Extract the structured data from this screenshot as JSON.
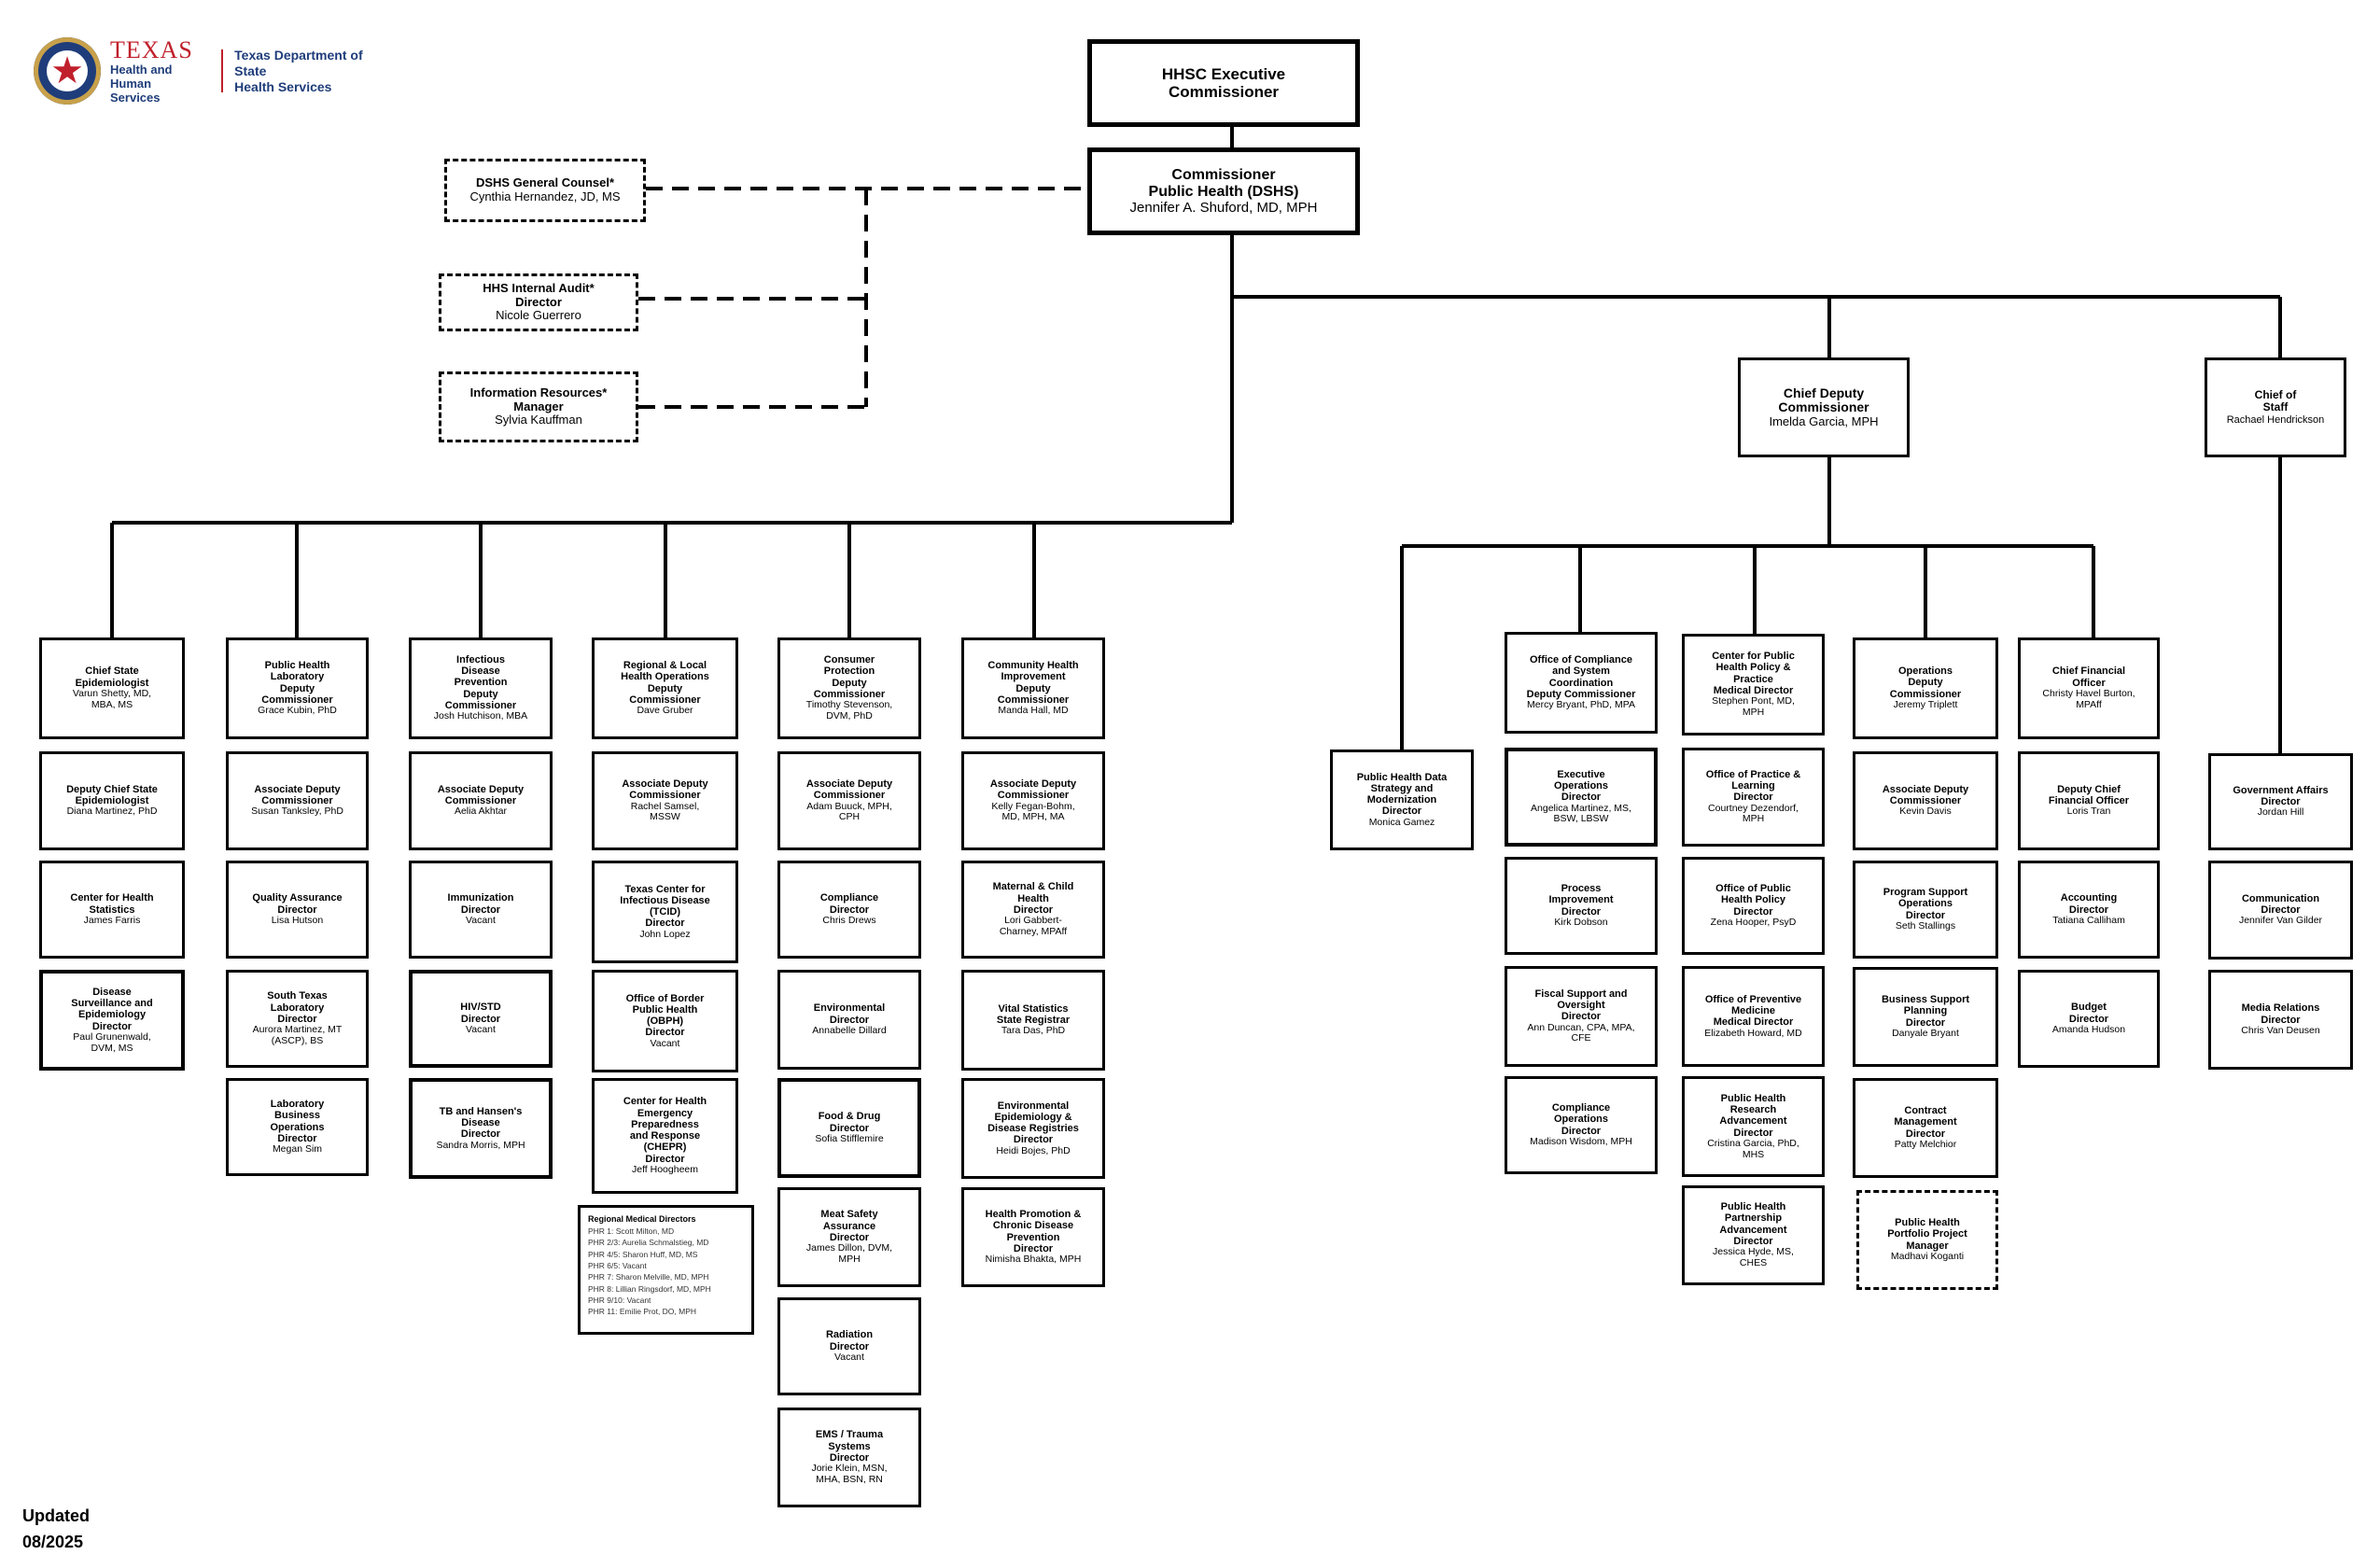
{
  "logo": {
    "texas": "TEXAS",
    "hhs_line1": "Health and Human",
    "hhs_line2": "Services",
    "dshs_line1": "Texas Department of State",
    "dshs_line2": "Health Services"
  },
  "updated": {
    "label": "Updated",
    "date": "08/2025"
  },
  "boxes": {
    "exec": {
      "title": [
        "HHSC Executive",
        "Commissioner"
      ],
      "names": []
    },
    "comm": {
      "title": [
        "Commissioner",
        "Public Health (DSHS)"
      ],
      "names": [
        "Jennifer A. Shuford, MD, MPH"
      ]
    },
    "gc": {
      "title": [
        "DSHS General Counsel*"
      ],
      "names": [
        "Cynthia Hernandez, JD, MS"
      ]
    },
    "audit": {
      "title": [
        "HHS Internal Audit*",
        "Director"
      ],
      "names": [
        "Nicole Guerrero"
      ]
    },
    "ir": {
      "title": [
        "Information Resources*",
        "Manager"
      ],
      "names": [
        "Sylvia Kauffman"
      ]
    },
    "cdc": {
      "title": [
        "Chief Deputy",
        "Commissioner"
      ],
      "names": [
        "Imelda Garcia, MPH"
      ]
    },
    "cos": {
      "title": [
        "Chief of",
        "Staff"
      ],
      "names": [
        "Rachael Hendrickson"
      ]
    },
    "c1_0": {
      "title": [
        "Chief State",
        "Epidemiologist"
      ],
      "names": [
        "Varun Shetty, MD,",
        "MBA, MS"
      ]
    },
    "c1_1": {
      "title": [
        "Deputy Chief State",
        "Epidemiologist"
      ],
      "names": [
        "Diana Martinez, PhD"
      ]
    },
    "c1_2": {
      "title": [
        "Center for Health",
        "Statistics"
      ],
      "names": [
        "James Farris"
      ]
    },
    "c1_3": {
      "title": [
        "Disease",
        "Surveillance and",
        "Epidemiology",
        "Director"
      ],
      "names": [
        "Paul Grunenwald,",
        "DVM, MS"
      ]
    },
    "c2_0": {
      "title": [
        "Public Health",
        "Laboratory",
        "Deputy",
        "Commissioner"
      ],
      "names": [
        "Grace Kubin, PhD"
      ]
    },
    "c2_1": {
      "title": [
        "Associate Deputy",
        "Commissioner"
      ],
      "names": [
        "Susan Tanksley, PhD"
      ]
    },
    "c2_2": {
      "title": [
        "Quality Assurance",
        "Director"
      ],
      "names": [
        "Lisa Hutson"
      ]
    },
    "c2_3": {
      "title": [
        "South Texas",
        "Laboratory",
        "Director"
      ],
      "names": [
        "Aurora Martinez, MT",
        "(ASCP), BS"
      ]
    },
    "c2_4": {
      "title": [
        "Laboratory",
        "Business",
        "Operations",
        "Director"
      ],
      "names": [
        "Megan Sim"
      ]
    },
    "c3_0": {
      "title": [
        "Infectious",
        "Disease",
        "Prevention",
        "Deputy",
        "Commissioner"
      ],
      "names": [
        "Josh Hutchison, MBA"
      ]
    },
    "c3_1": {
      "title": [
        "Associate Deputy",
        "Commissioner"
      ],
      "names": [
        "Aelia Akhtar"
      ]
    },
    "c3_2": {
      "title": [
        "Immunization",
        "Director"
      ],
      "names": [
        "Vacant"
      ]
    },
    "c3_3": {
      "title": [
        "HIV/STD",
        "Director"
      ],
      "names": [
        "Vacant"
      ]
    },
    "c3_4": {
      "title": [
        "TB and Hansen's",
        "Disease",
        "Director"
      ],
      "names": [
        "Sandra Morris, MPH"
      ]
    },
    "c4_0": {
      "title": [
        "Regional & Local",
        "Health Operations",
        "Deputy",
        "Commissioner"
      ],
      "names": [
        "Dave Gruber"
      ]
    },
    "c4_1": {
      "title": [
        "Associate Deputy",
        "Commissioner"
      ],
      "names": [
        "Rachel Samsel,",
        "MSSW"
      ]
    },
    "c4_2": {
      "title": [
        "Texas Center for",
        "Infectious Disease",
        "(TCID)",
        "Director"
      ],
      "names": [
        "John Lopez"
      ]
    },
    "c4_3": {
      "title": [
        "Office of Border",
        "Public Health",
        "(OBPH)",
        "Director"
      ],
      "names": [
        "Vacant"
      ]
    },
    "c4_4": {
      "title": [
        "Center for Health",
        "Emergency",
        "Preparedness",
        "and Response",
        "(CHEPR)",
        "Director"
      ],
      "names": [
        "Jeff Hoogheem"
      ]
    },
    "c5_0": {
      "title": [
        "Consumer",
        "Protection",
        "Deputy",
        "Commissioner"
      ],
      "names": [
        "Timothy Stevenson,",
        "DVM, PhD"
      ]
    },
    "c5_1": {
      "title": [
        "Associate Deputy",
        "Commissioner"
      ],
      "names": [
        "Adam Buuck, MPH,",
        "CPH"
      ]
    },
    "c5_2": {
      "title": [
        "Compliance",
        "Director"
      ],
      "names": [
        "Chris Drews"
      ]
    },
    "c5_3": {
      "title": [
        "Environmental",
        "Director"
      ],
      "names": [
        "Annabelle Dillard"
      ]
    },
    "c5_4": {
      "title": [
        "Food & Drug",
        "Director"
      ],
      "names": [
        "Sofia Stifflemire"
      ]
    },
    "c5_5": {
      "title": [
        "Meat Safety",
        "Assurance",
        "Director"
      ],
      "names": [
        "James Dillon, DVM,",
        "MPH"
      ]
    },
    "c5_6": {
      "title": [
        "Radiation",
        "Director"
      ],
      "names": [
        "Vacant"
      ]
    },
    "c5_7": {
      "title": [
        "EMS / Trauma",
        "Systems",
        "Director"
      ],
      "names": [
        "Jorie Klein, MSN,",
        "MHA, BSN, RN"
      ]
    },
    "c6_0": {
      "title": [
        "Community Health",
        "Improvement",
        "Deputy",
        "Commissioner"
      ],
      "names": [
        "Manda Hall, MD"
      ]
    },
    "c6_1": {
      "title": [
        "Associate Deputy",
        "Commissioner"
      ],
      "names": [
        "Kelly Fegan-Bohm,",
        "MD, MPH, MA"
      ]
    },
    "c6_2": {
      "title": [
        "Maternal & Child",
        "Health",
        "Director"
      ],
      "names": [
        "Lori Gabbert-",
        "Charney, MPAff"
      ]
    },
    "c6_3": {
      "title": [
        "Vital Statistics",
        "State Registrar"
      ],
      "names": [
        "Tara Das, PhD"
      ]
    },
    "c6_4": {
      "title": [
        "Environmental",
        "Epidemiology &",
        "Disease Registries",
        "Director"
      ],
      "names": [
        "Heidi Bojes, PhD"
      ]
    },
    "c6_5": {
      "title": [
        "Health Promotion &",
        "Chronic Disease",
        "Prevention",
        "Director"
      ],
      "names": [
        "Nimisha Bhakta, MPH"
      ]
    },
    "d0_0": {
      "title": [
        "Public Health Data",
        "Strategy and",
        "Modernization",
        "Director"
      ],
      "names": [
        "Monica Gamez"
      ]
    },
    "d1_0": {
      "title": [
        "Office of Compliance",
        "and System",
        "Coordination",
        "Deputy Commissioner"
      ],
      "names": [
        "Mercy Bryant, PhD, MPA"
      ]
    },
    "d1_1": {
      "title": [
        "Executive",
        "Operations",
        "Director"
      ],
      "names": [
        "Angelica Martinez, MS,",
        "BSW, LBSW"
      ]
    },
    "d1_2": {
      "title": [
        "Process",
        "Improvement",
        "Director"
      ],
      "names": [
        "Kirk Dobson"
      ]
    },
    "d1_3": {
      "title": [
        "Fiscal Support and",
        "Oversight",
        "Director"
      ],
      "names": [
        "Ann Duncan, CPA, MPA,",
        "CFE"
      ]
    },
    "d1_4": {
      "title": [
        "Compliance",
        "Operations",
        "Director"
      ],
      "names": [
        "Madison Wisdom, MPH"
      ]
    },
    "d2_0": {
      "title": [
        "Center for Public",
        "Health Policy &",
        "Practice",
        "Medical Director"
      ],
      "names": [
        "Stephen Pont, MD,",
        "MPH"
      ]
    },
    "d2_1": {
      "title": [
        "Office of Practice &",
        "Learning",
        "Director"
      ],
      "names": [
        "Courtney Dezendorf,",
        "MPH"
      ]
    },
    "d2_2": {
      "title": [
        "Office of Public",
        "Health Policy",
        "Director"
      ],
      "names": [
        "Zena Hooper, PsyD"
      ]
    },
    "d2_3": {
      "title": [
        "Office of Preventive",
        "Medicine",
        "Medical Director"
      ],
      "names": [
        "Elizabeth Howard, MD"
      ]
    },
    "d2_4": {
      "title": [
        "Public Health",
        "Research",
        "Advancement",
        "Director"
      ],
      "names": [
        "Cristina Garcia, PhD,",
        "MHS"
      ]
    },
    "d2_5": {
      "title": [
        "Public Health",
        "Partnership",
        "Advancement",
        "Director"
      ],
      "names": [
        "Jessica Hyde, MS,",
        "CHES"
      ]
    },
    "d3_0": {
      "title": [
        "Operations",
        "Deputy",
        "Commissioner"
      ],
      "names": [
        "Jeremy Triplett"
      ]
    },
    "d3_1": {
      "title": [
        "Associate Deputy",
        "Commissioner"
      ],
      "names": [
        "Kevin Davis"
      ]
    },
    "d3_2": {
      "title": [
        "Program Support",
        "Operations",
        "Director"
      ],
      "names": [
        "Seth Stallings"
      ]
    },
    "d3_3": {
      "title": [
        "Business Support",
        "Planning",
        "Director"
      ],
      "names": [
        "Danyale Bryant"
      ]
    },
    "d3_4": {
      "title": [
        "Contract",
        "Management",
        "Director"
      ],
      "names": [
        "Patty Melchior"
      ]
    },
    "d3_5": {
      "title": [
        "Public Health",
        "Portfolio Project",
        "Manager"
      ],
      "names": [
        "Madhavi Koganti"
      ]
    },
    "d4_0": {
      "title": [
        "Chief Financial",
        "Officer"
      ],
      "names": [
        "Christy Havel Burton,",
        "MPAff"
      ]
    },
    "d4_1": {
      "title": [
        "Deputy Chief",
        "Financial Officer"
      ],
      "names": [
        "Loris Tran"
      ]
    },
    "d4_2": {
      "title": [
        "Accounting",
        "Director"
      ],
      "names": [
        "Tatiana Calliham"
      ]
    },
    "d4_3": {
      "title": [
        "Budget",
        "Director"
      ],
      "names": [
        "Amanda Hudson"
      ]
    },
    "s_1": {
      "title": [
        "Government Affairs",
        "Director"
      ],
      "names": [
        "Jordan Hill"
      ]
    },
    "s_2": {
      "title": [
        "Communication",
        "Director"
      ],
      "names": [
        "Jennifer Van Gilder"
      ]
    },
    "s_3": {
      "title": [
        "Media Relations",
        "Director"
      ],
      "names": [
        "Chris Van Deusen"
      ]
    }
  },
  "regional": {
    "title": "Regional Medical Directors",
    "items": [
      "PHR 1:  Scott Milton, MD",
      "PHR 2/3:  Aurelia Schmalstieg, MD",
      "PHR 4/5:  Sharon Huff, MD, MS",
      "PHR 6/5:  Vacant",
      "PHR 7:  Sharon Melville, MD, MPH",
      "PHR 8:  Lillian Ringsdorf, MD, MPH",
      "PHR 9/10:  Vacant",
      "PHR 11:  Emilie Prot, DO, MPH"
    ]
  }
}
